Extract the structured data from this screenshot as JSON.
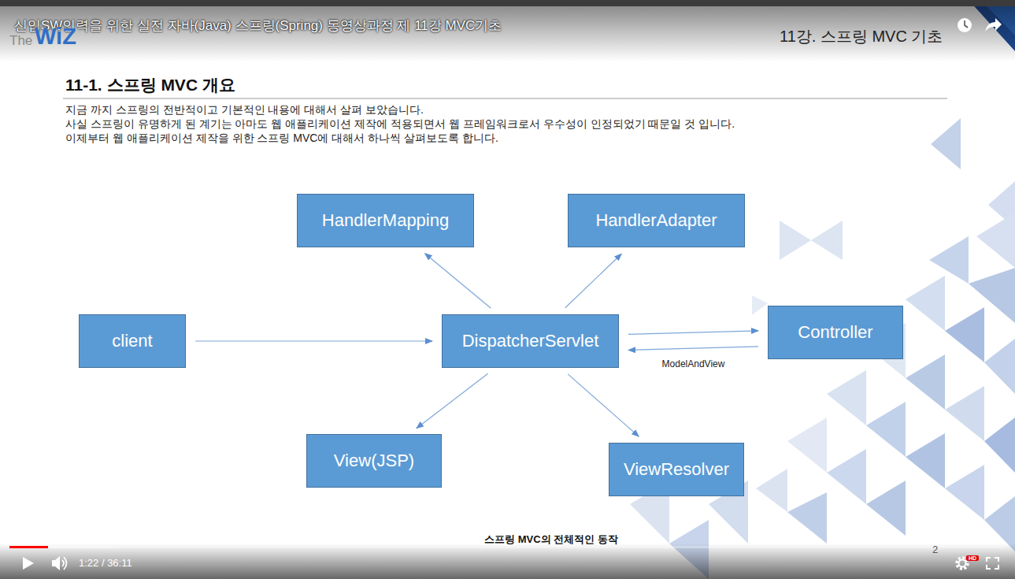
{
  "diagram": {
    "title": "11-1. 스프링 MVC 개요",
    "caption": "스프링 MVC의 전체적인 동작",
    "nodes": [
      {
        "text": [
          "HandlerMapping"
        ]
      },
      {
        "text": [
          "HandlerAdapter"
        ]
      },
      {
        "text": [
          "client"
        ]
      },
      {
        "text": [
          "DispatcherServlet"
        ]
      },
      {
        "text": [
          "Controller"
        ]
      },
      {
        "text": [
          "View(JSP)"
        ]
      },
      {
        "text": [
          "ViewResolver"
        ]
      }
    ],
    "edges": [
      {
        "from": 2,
        "to": 3,
        "arrow": "to"
      },
      {
        "from": 3,
        "to": 0,
        "arrow": "to"
      },
      {
        "from": 3,
        "to": 1,
        "arrow": "to"
      },
      {
        "from": 3,
        "to": 4,
        "arrow": "to"
      },
      {
        "from": 4,
        "to": 3,
        "label": "ModelAndView",
        "arrow": "to"
      },
      {
        "from": 3,
        "to": 5,
        "arrow": "to"
      },
      {
        "from": 3,
        "to": 6,
        "arrow": "to"
      }
    ],
    "labels": [
      "신입SW인력을 위한 실전 자바(Java) 스프링(Spring) 동영상과정 제 11강 MVC기초",
      "The",
      "WiZ",
      "11강. 스프링 MVC 기초",
      "지금 까지 스프링의 전반적이고 기본적인 내용에 대해서 살펴 보았습니다.",
      "사실 스프링이 유명하게 된 계기는 아마도 웹 애플리케이션 제작에 적용되면서 웹 프레임워크로서 우수성이 인정되었기 때문일 것 입니다.",
      "이제부터 웹 애플리케이션 제작을 위한 스프링 MVC에 대해서 하나씩 살펴보도록 합니다.",
      "2",
      "1:22 / 36:11",
      "HD"
    ]
  }
}
